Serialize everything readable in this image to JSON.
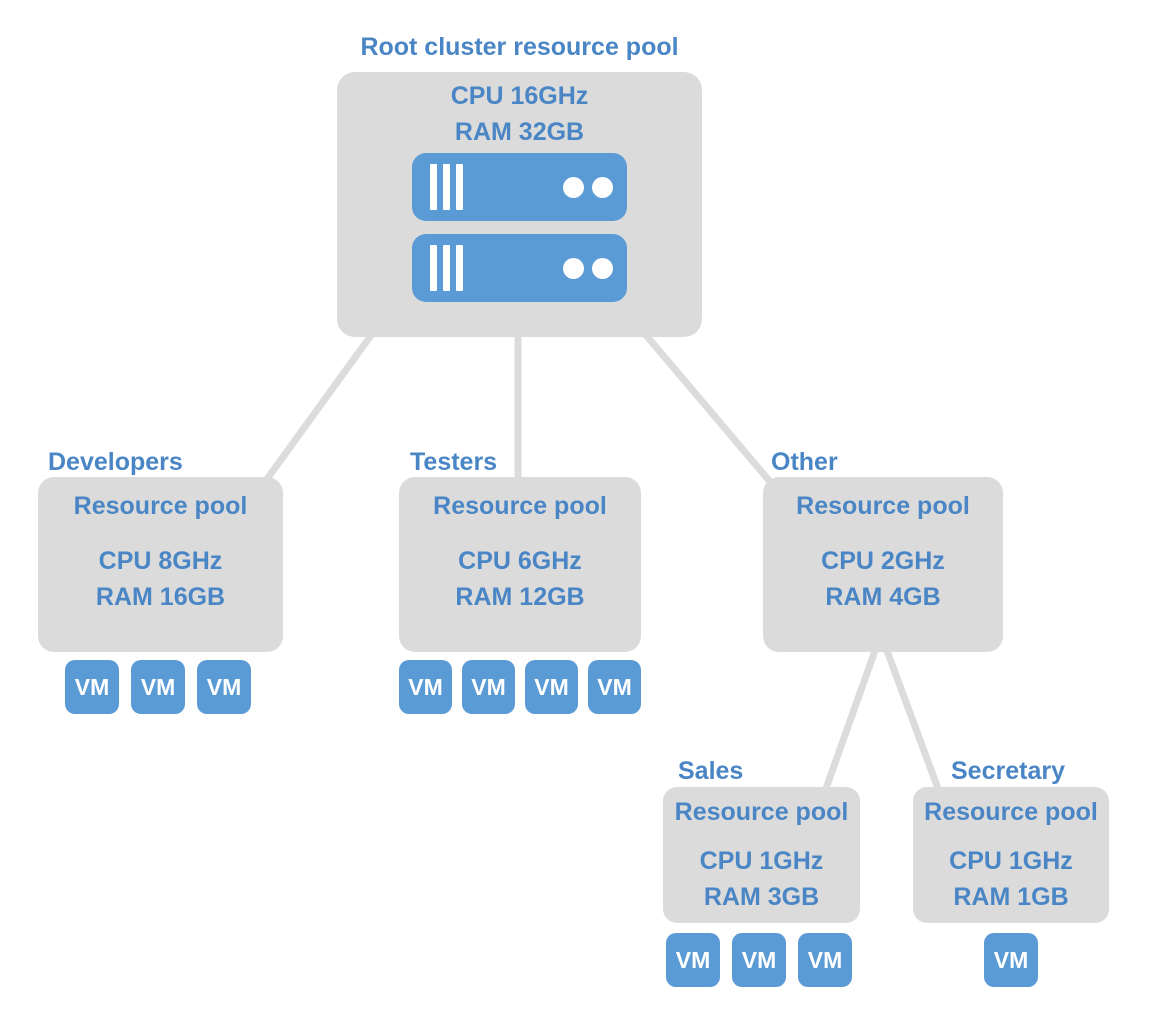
{
  "colors": {
    "accent_blue": "#5B9BD5",
    "text_blue": "#4A86C5",
    "box_gray": "#DBDBDB",
    "line_gray": "#DCDCDC",
    "background": "#FFFFFF",
    "vm_text": "#FFFFFF"
  },
  "vm_label": "VM",
  "root": {
    "label": "Root cluster resource pool",
    "cpu": "CPU 16GHz",
    "ram": "RAM 32GB",
    "server_count": 2,
    "server_icon": "server-icon"
  },
  "pools": {
    "developers": {
      "label": "Developers",
      "heading": "Resource pool",
      "cpu": "CPU 8GHz",
      "ram": "RAM 16GB",
      "vm_count": 3
    },
    "testers": {
      "label": "Testers",
      "heading": "Resource pool",
      "cpu": "CPU 6GHz",
      "ram": "RAM 12GB",
      "vm_count": 4
    },
    "other": {
      "label": "Other",
      "heading": "Resource pool",
      "cpu": "CPU 2GHz",
      "ram": "RAM 4GB",
      "vm_count": 0
    },
    "sales": {
      "label": "Sales",
      "heading": "Resource pool",
      "cpu": "CPU 1GHz",
      "ram": "RAM 3GB",
      "vm_count": 3
    },
    "secretary": {
      "label": "Secretary",
      "heading": "Resource pool",
      "cpu": "CPU 1GHz",
      "ram": "RAM 1GB",
      "vm_count": 1
    }
  }
}
